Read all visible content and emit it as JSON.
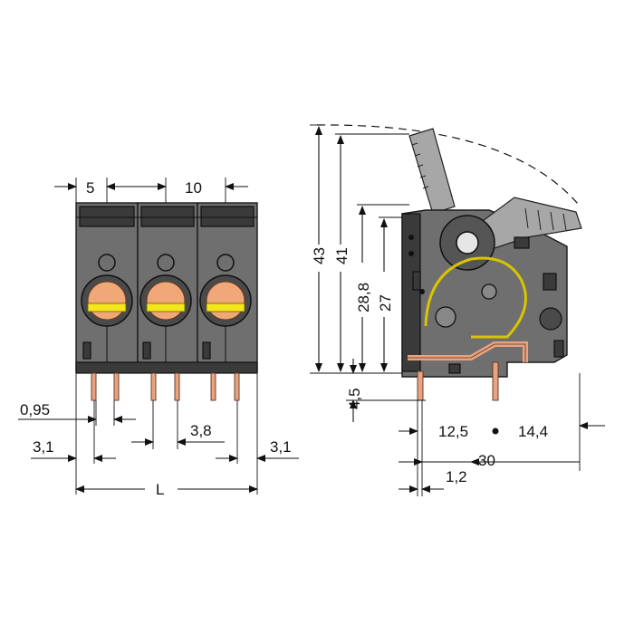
{
  "colors": {
    "housing": "#6f6f6f",
    "housing_dark": "#3a3a3a",
    "actuator": "#f0a878",
    "marker": "#f4e61d",
    "pin": "#e9a37f",
    "lever": "#a7a7a7",
    "line": "#111111"
  },
  "front_view": {
    "dim_pitch_left": "5",
    "dim_pitch_right": "10",
    "dim_pin_width": "0,95",
    "dim_pin_spacing": "3,8",
    "dim_edge_left": "3,1",
    "dim_edge_right": "3,1",
    "dim_length": "L"
  },
  "side_view": {
    "dim_height_lever_open": "43",
    "dim_height_lever_mid": "41",
    "dim_height_body": "28,8",
    "dim_height_inner": "27",
    "dim_pin_length": "4,5",
    "dim_pin_distance": "12,5",
    "dim_rear_offset": "14,4",
    "dim_depth": "30",
    "dim_pin_offset": "1,2"
  }
}
